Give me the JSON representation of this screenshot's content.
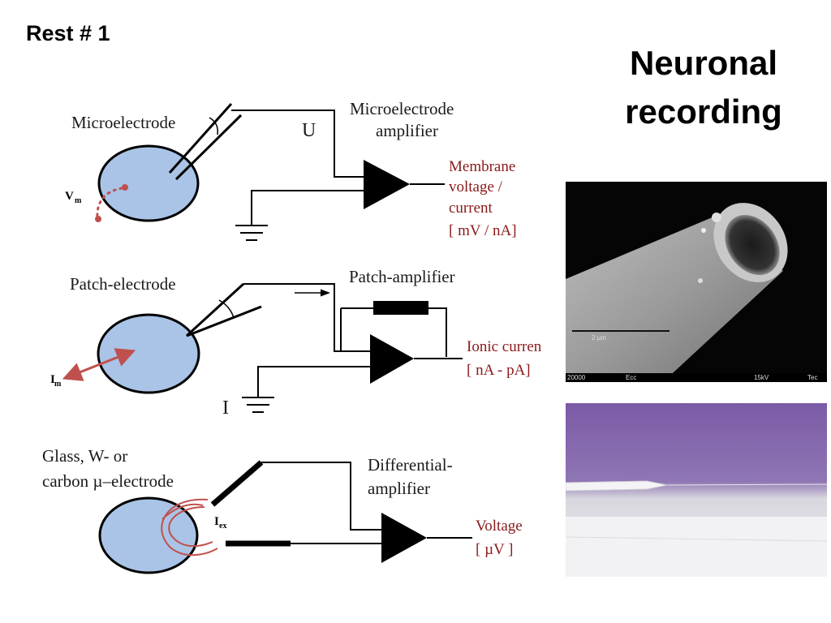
{
  "slide": {
    "label": "Rest # 1",
    "title_line1": "Neuronal",
    "title_line2": "recording"
  },
  "panel1": {
    "electrode_label": "Microelectrode",
    "signal_symbol": "U",
    "amplifier_line1": "Microelectrode",
    "amplifier_line2": "amplifier",
    "output_line1": "Membrane",
    "output_line2": "voltage /",
    "output_line3": "current",
    "output_line4": "[ mV / nA]",
    "cell_symbol": "V",
    "cell_subscript": "m"
  },
  "panel2": {
    "electrode_label": "Patch-electrode",
    "amplifier_label": "Patch-amplifier",
    "output_line1": "Ionic curren",
    "output_line2": "[ nA - pA]",
    "current_symbol": "I",
    "cell_symbol": "I",
    "cell_subscript": "m"
  },
  "panel3": {
    "electrode_line1": "Glass, W- or",
    "electrode_line2": "carbon µ–electrode",
    "amplifier_line1": "Differential-",
    "amplifier_line2": "amplifier",
    "output_line1": "Voltage",
    "output_line2": "[ µV ]",
    "cell_symbol": "I",
    "cell_subscript": "ex"
  },
  "photos": {
    "sem_scale_label": "2 µm",
    "sem_footer": [
      "20000",
      "Ecc",
      "15kV",
      "Tec"
    ]
  },
  "colors": {
    "cell_fill": "#a9c4e6",
    "output_text": "#8b1a1a",
    "current_arrow": "#c0504d",
    "sem_background": "#050505",
    "pipette_background": "#7b5aa6"
  }
}
